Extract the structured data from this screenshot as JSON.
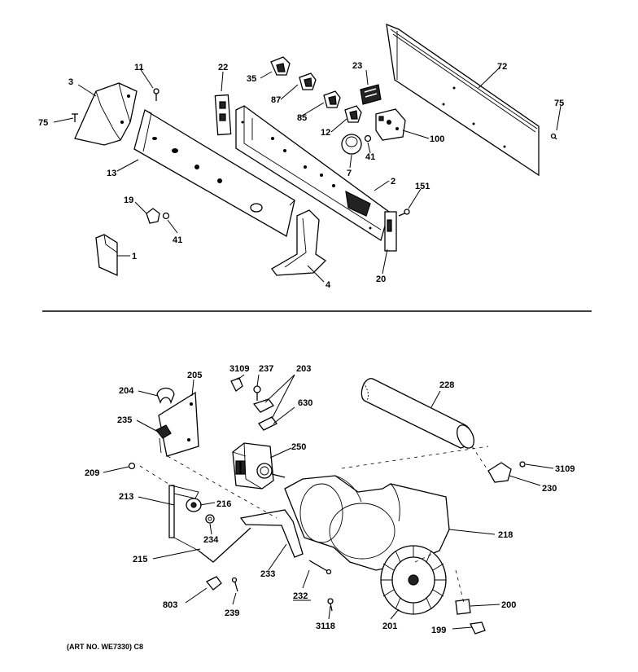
{
  "labels": {
    "p3": "3",
    "p11": "11",
    "p22": "22",
    "p35": "35",
    "p23": "23",
    "p72": "72",
    "p75a": "75",
    "p75b": "75",
    "p87": "87",
    "p85": "85",
    "p12": "12",
    "p100": "100",
    "p41a": "41",
    "p7": "7",
    "p13": "13",
    "p2": "2",
    "p151": "151",
    "p19": "19",
    "p41b": "41",
    "p1": "1",
    "p4": "4",
    "p20": "20",
    "p3109a": "3109",
    "p237": "237",
    "p203": "203",
    "p205": "205",
    "p204": "204",
    "p630": "630",
    "p228": "228",
    "p235": "235",
    "p250": "250",
    "p209": "209",
    "p3109b": "3109",
    "p230": "230",
    "p213": "213",
    "p216": "216",
    "p234": "234",
    "p218": "218",
    "p215": "215",
    "p233": "233",
    "p232": "232",
    "p803": "803",
    "p239": "239",
    "p3118": "3118",
    "p201": "201",
    "p200": "200",
    "p199": "199"
  },
  "caption": "(ART NO. WE7330) C8"
}
